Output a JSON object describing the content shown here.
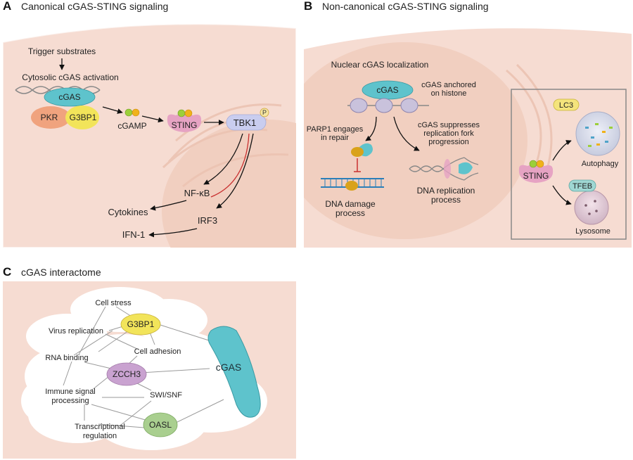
{
  "panel_a": {
    "letter": "A",
    "title": "Canonical cGAS-STING signaling",
    "trigger": "Trigger substrates",
    "activation": "Cytosolic cGAS activation",
    "cgas": "cGAS",
    "pkr": "PKR",
    "g3bp1": "G3BP1",
    "cgamp": "cGAMP",
    "sting": "STING",
    "tbk1": "TBK1",
    "phospho": "P",
    "nfkb": "NF-κB",
    "cytokines": "Cytokines",
    "irf3": "IRF3",
    "ifn": "IFN-1"
  },
  "panel_b": {
    "letter": "B",
    "title": "Non-canonical cGAS-STING signaling",
    "nuclear": "Nuclear cGAS localization",
    "cgas": "cGAS",
    "anchored_1": "cGAS anchored",
    "anchored_2": "on histone",
    "parp_1": "PARP1 engages",
    "parp_2": "in repair",
    "suppress_1": "cGAS suppresses",
    "suppress_2": "replication fork",
    "suppress_3": "progression",
    "damage_1": "DNA damage",
    "damage_2": "process",
    "replication_1": "DNA replication",
    "replication_2": "process",
    "sting": "STING",
    "lc3": "LC3",
    "autophagy": "Autophagy",
    "tfeb": "TFEB",
    "lysosome": "Lysosome"
  },
  "panel_c": {
    "letter": "C",
    "title": "cGAS interactome",
    "cell_stress": "Cell stress",
    "virus": "Virus replication",
    "g3bp1": "G3BP1",
    "cell_adhesion": "Cell adhesion",
    "rna": "RNA binding",
    "zcch3": "ZCCH3",
    "cgas": "cGAS",
    "immune_1": "Immune signal",
    "immune_2": "processing",
    "swi": "SWI/SNF",
    "trans_1": "Transcriptional",
    "trans_2": "regulation",
    "oasl": "OASL"
  },
  "colors": {
    "cell_bg": "#f6dcd2",
    "nucleus": "#f1cfc0",
    "cgas": "#5ec3cc",
    "pkr": "#f0a37e",
    "g3bp1": "#f2e45a",
    "sting": "#e6a3c3",
    "tbk1": "#c9cdef",
    "zcch3": "#c9a2d0",
    "oasl": "#a9cf8f",
    "lc3": "#f4e47c",
    "tfeb": "#9fd7d3",
    "parp1": "#d9a21a"
  }
}
